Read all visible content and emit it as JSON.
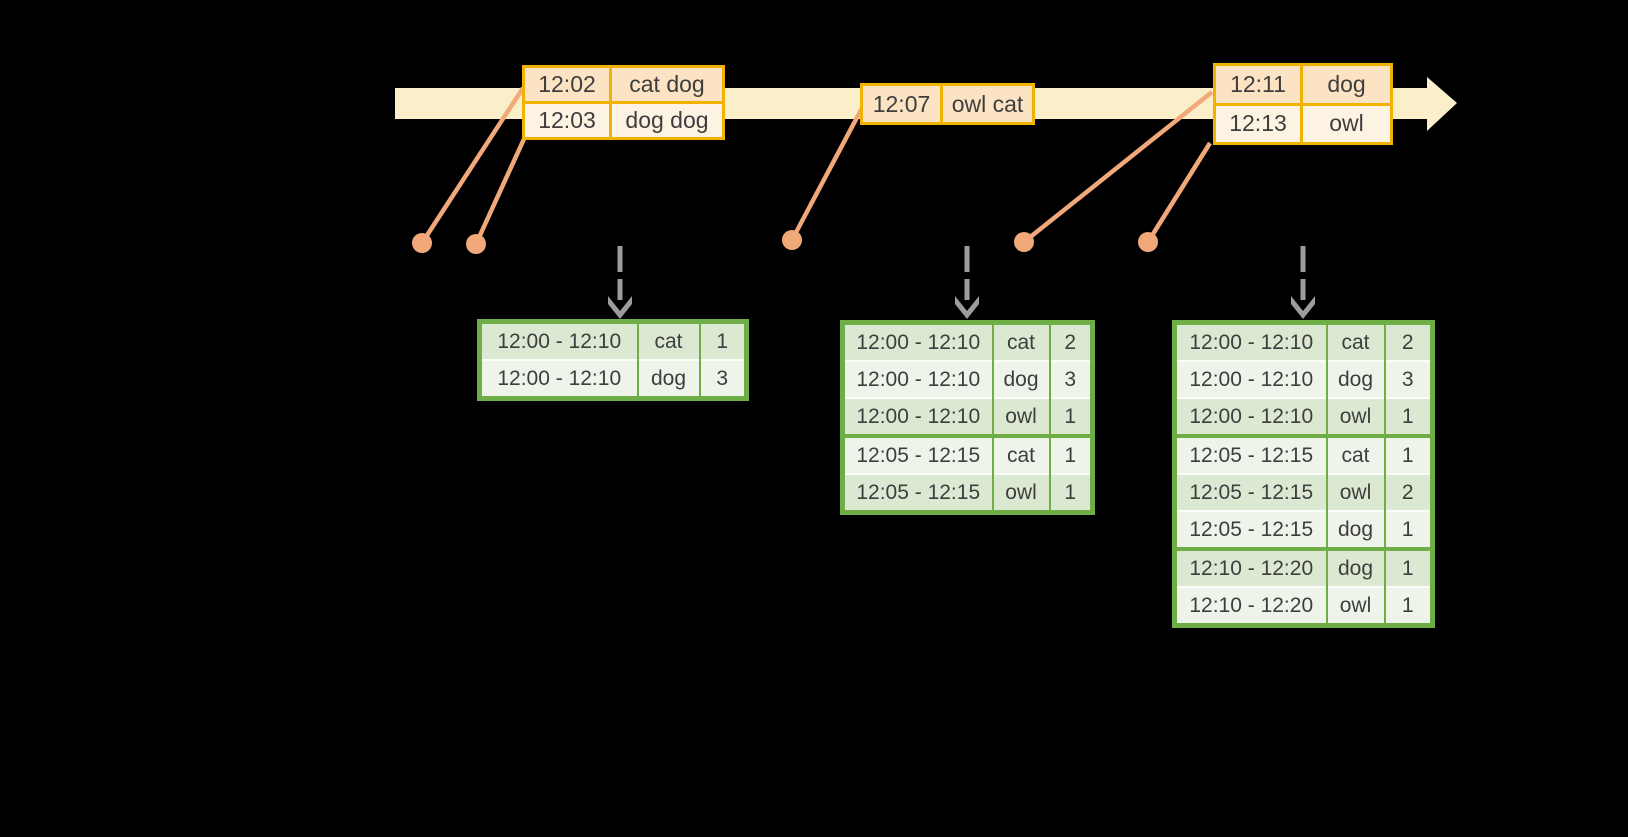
{
  "colors": {
    "background": "#000000",
    "timeline_band": "#FAEFC8",
    "event_border": "#F2B203",
    "event_row_dark": "#FBE3C3",
    "event_row_light": "#FDF3E2",
    "connector": "#F1A97A",
    "trigger_arrow": "#9C9C9C",
    "table_border": "#6FAD46",
    "table_row_dark": "#DCE9D2",
    "table_row_light": "#EFF4EB",
    "row_divider": "#FBFDF8",
    "text": "#3E3E3E"
  },
  "icons": {
    "timeline_arrow": "right-arrow",
    "trigger_arrow": "dashed-down-arrow",
    "event_marker": "dot-with-connector-line"
  },
  "timeline": {
    "events": [
      {
        "rows": [
          {
            "time": "12:02",
            "words": "cat dog"
          },
          {
            "time": "12:03",
            "words": "dog dog"
          }
        ]
      },
      {
        "rows": [
          {
            "time": "12:07",
            "words": "owl cat"
          }
        ]
      },
      {
        "rows": [
          {
            "time": "12:11",
            "words": "dog"
          },
          {
            "time": "12:13",
            "words": "owl"
          }
        ]
      }
    ]
  },
  "result_tables": [
    {
      "rows": [
        {
          "window": "12:00 - 12:10",
          "word": "cat",
          "count": "1"
        },
        {
          "window": "12:00 - 12:10",
          "word": "dog",
          "count": "3"
        }
      ]
    },
    {
      "rows": [
        {
          "window": "12:00 - 12:10",
          "word": "cat",
          "count": "2"
        },
        {
          "window": "12:00 - 12:10",
          "word": "dog",
          "count": "3"
        },
        {
          "window": "12:00 - 12:10",
          "word": "owl",
          "count": "1"
        },
        {
          "window": "12:05 - 12:15",
          "word": "cat",
          "count": "1"
        },
        {
          "window": "12:05 - 12:15",
          "word": "owl",
          "count": "1"
        }
      ]
    },
    {
      "rows": [
        {
          "window": "12:00 - 12:10",
          "word": "cat",
          "count": "2"
        },
        {
          "window": "12:00 - 12:10",
          "word": "dog",
          "count": "3"
        },
        {
          "window": "12:00 - 12:10",
          "word": "owl",
          "count": "1"
        },
        {
          "window": "12:05 - 12:15",
          "word": "cat",
          "count": "1"
        },
        {
          "window": "12:05 - 12:15",
          "word": "owl",
          "count": "2"
        },
        {
          "window": "12:05 - 12:15",
          "word": "dog",
          "count": "1"
        },
        {
          "window": "12:10 - 12:20",
          "word": "dog",
          "count": "1"
        },
        {
          "window": "12:10 - 12:20",
          "word": "owl",
          "count": "1"
        }
      ]
    }
  ]
}
